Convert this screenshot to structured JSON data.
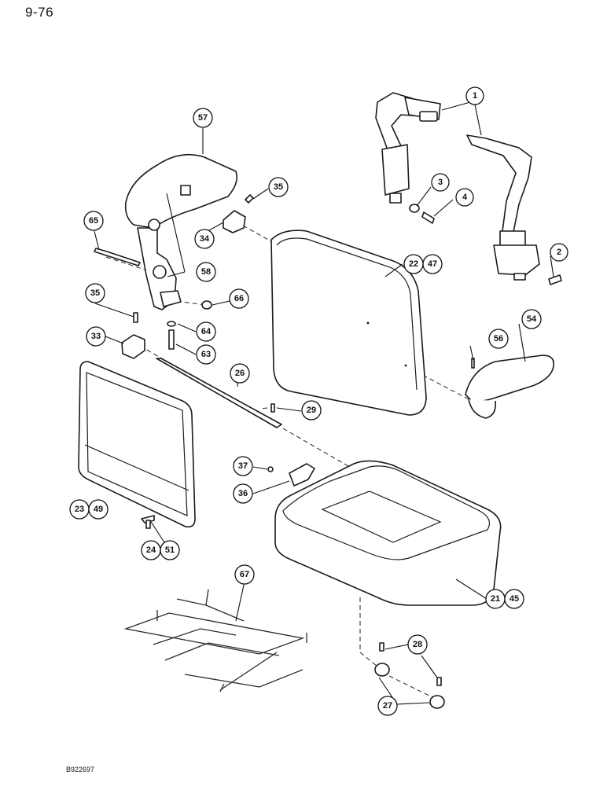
{
  "page": {
    "number": "9-76",
    "drawing_code": "B922697"
  },
  "callouts": {
    "c1": "1",
    "c2": "2",
    "c3": "3",
    "c4": "4",
    "c21": "21",
    "c45": "45",
    "c22": "22",
    "c47": "47",
    "c23": "23",
    "c49": "49",
    "c24": "24",
    "c51": "51",
    "c26": "26",
    "c27": "27",
    "c28": "28",
    "c29": "29",
    "c33": "33",
    "c34": "34",
    "c35a": "35",
    "c35b": "35",
    "c36": "36",
    "c37": "37",
    "c54": "54",
    "c56": "56",
    "c57": "57",
    "c58": "58",
    "c63": "63",
    "c64": "64",
    "c65": "65",
    "c66": "66",
    "c67": "67"
  }
}
